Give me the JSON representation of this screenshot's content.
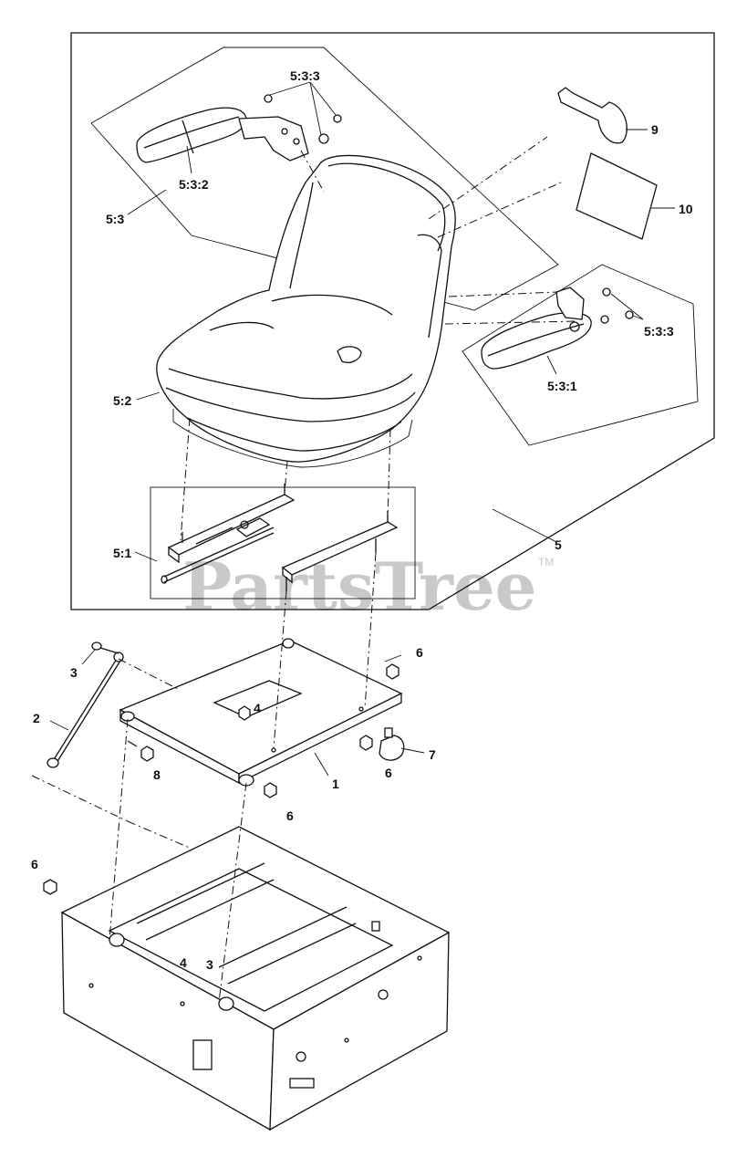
{
  "watermark": {
    "text": "PartsTree",
    "trademark": "TM"
  },
  "callouts": {
    "seat_assembly": "5",
    "slide_rails": "5:1",
    "seat_cushion": "5:2",
    "armrest_kit": "5:3",
    "right_armrest": "5:3:1",
    "left_armrest": "5:3:2",
    "hardware_top": "5:3:3",
    "hardware_right": "5:3:3",
    "seat_plate": "1",
    "support_rod": "2",
    "bolt_left": "3",
    "bolt_lower": "3",
    "nut_plate": "4",
    "nut_lower": "4",
    "nut_right_top": "6",
    "nut_right_bottom": "6",
    "nut_center": "6",
    "nut_frame": "6",
    "bumper": "7",
    "bolt_hinge": "8",
    "key_part": "9",
    "label_decal": "10"
  }
}
